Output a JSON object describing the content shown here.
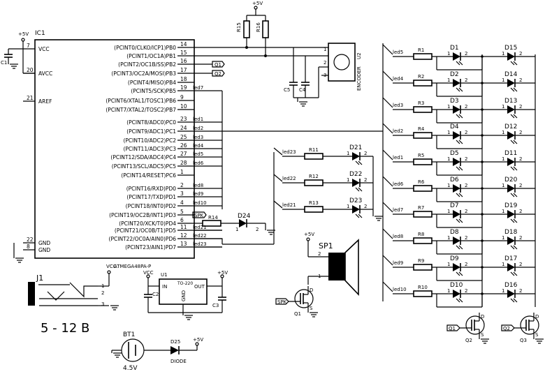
{
  "ic1": {
    "ref": "IC1",
    "part": "ATMEGA48PA-P",
    "left_pins": [
      {
        "num": "7",
        "name": "VCC"
      },
      {
        "num": "20",
        "name": "AVCC"
      },
      {
        "num": "21",
        "name": "AREF"
      },
      {
        "num": "22",
        "name": "GND"
      },
      {
        "num": "8",
        "name": "GND"
      }
    ],
    "right_pins": [
      {
        "num": "14",
        "name": "(PCINT0/CLKO/ICP1)PB0",
        "net": ""
      },
      {
        "num": "15",
        "name": "(PCINT1/OC1A)PB1",
        "net": ""
      },
      {
        "num": "16",
        "name": "(PCINT2/OC1B/SS)PB2",
        "net": ""
      },
      {
        "num": "17",
        "name": "(PCINT3/OC2A/MOSI)PB3",
        "net": ""
      },
      {
        "num": "18",
        "name": "(PCINT4/MISO)PB4",
        "net": ""
      },
      {
        "num": "19",
        "name": "(PCINT5/SCK)PB5",
        "net": "led7"
      },
      {
        "num": "9",
        "name": "(PCINT6/XTAL1/TOSC1)PB6",
        "net": ""
      },
      {
        "num": "10",
        "name": "(PCINT7/XTAL2/TOSC2)PB7",
        "net": ""
      },
      {
        "num": "23",
        "name": "(PCINT8/ADC0)PC0",
        "net": "led1"
      },
      {
        "num": "24",
        "name": "(PCINT9/ADC1)PC1",
        "net": "led2"
      },
      {
        "num": "25",
        "name": "(PCINT10/ADC2)PC2",
        "net": "led3"
      },
      {
        "num": "26",
        "name": "(PCINT11/ADC3)PC3",
        "net": "led4"
      },
      {
        "num": "27",
        "name": "(PCINT12/SDA/ADC4)PC4",
        "net": "led5"
      },
      {
        "num": "28",
        "name": "(PCINT13/SCL/ADC5)PC5",
        "net": "led6"
      },
      {
        "num": "1",
        "name": "(PCINT14/RESET)PC6",
        "net": ""
      },
      {
        "num": "2",
        "name": "(PCINT16/RXD)PD0",
        "net": "led8"
      },
      {
        "num": "3",
        "name": "(PCINT17/TXD)PD1",
        "net": "led9"
      },
      {
        "num": "4",
        "name": "(PCINT18/INT0)PD2",
        "net": "led10"
      },
      {
        "num": "5",
        "name": "(PCINT19/OC2B/INT1)PD3",
        "net": ""
      },
      {
        "num": "6",
        "name": "(PCINT20/XCK/T0)PD4",
        "net": ""
      },
      {
        "num": "11",
        "name": "(PCINT21/OC0B/T1)PD5",
        "net": "led21"
      },
      {
        "num": "12",
        "name": "(PCINT22/OC0A/AIN0)PD6",
        "net": "led22"
      },
      {
        "num": "13",
        "name": "(PCINT23/AIN1)PD7",
        "net": "led23"
      }
    ]
  },
  "supply": "+5V",
  "vcc": "VCC",
  "labels": {
    "q1": "Q1",
    "q2": "Q2",
    "spk": "SPK"
  },
  "caps": {
    "c1": "C1",
    "c2": "C2",
    "c3": "C3",
    "c4": "C4",
    "c5": "C5"
  },
  "resistors_top": {
    "r15": "R15",
    "r16": "R16",
    "r14": "R14"
  },
  "encoder": {
    "ref": "U2",
    "name": "ENCODER",
    "pins": [
      "1",
      "2",
      "3"
    ]
  },
  "pin_a": "1",
  "pin_k": "2",
  "leds_left": [
    {
      "net": "led5",
      "r": "R1",
      "d": "D1"
    },
    {
      "net": "led4",
      "r": "R2",
      "d": "D2"
    },
    {
      "net": "led3",
      "r": "R3",
      "d": "D3"
    },
    {
      "net": "led2",
      "r": "R4",
      "d": "D4"
    },
    {
      "net": "led1",
      "r": "R5",
      "d": "D5"
    },
    {
      "net": "led6",
      "r": "R6",
      "d": "D6"
    },
    {
      "net": "led7",
      "r": "R7",
      "d": "D7"
    },
    {
      "net": "led8",
      "r": "R8",
      "d": "D8"
    },
    {
      "net": "led9",
      "r": "R9",
      "d": "D9"
    },
    {
      "net": "led10",
      "r": "R10",
      "d": "D10"
    }
  ],
  "leds_right": [
    "D15",
    "D14",
    "D13",
    "D12",
    "D11",
    "D20",
    "D19",
    "D18",
    "D17",
    "D16"
  ],
  "leds_mid": [
    {
      "net": "led23",
      "r": "R11",
      "d": "D21"
    },
    {
      "net": "led22",
      "r": "R12",
      "d": "D22"
    },
    {
      "net": "led21",
      "r": "R13",
      "d": "D23"
    }
  ],
  "d24": "D24",
  "speaker": "SP1",
  "q1": "Q1",
  "q2": "Q2",
  "q3": "Q3",
  "j1": {
    "ref": "J1",
    "pins": [
      "1",
      "2",
      "3"
    ],
    "range": "5 - 12 В"
  },
  "u1": {
    "ref": "U1",
    "pkg": "TO-220",
    "in": "IN",
    "gnd": "GND",
    "out": "OUT"
  },
  "bt1": {
    "ref": "BT1",
    "value": "4.5V"
  },
  "d25": {
    "ref": "D25",
    "part": "DIODE"
  },
  "mos_pins": [
    "D",
    "G",
    "S"
  ]
}
